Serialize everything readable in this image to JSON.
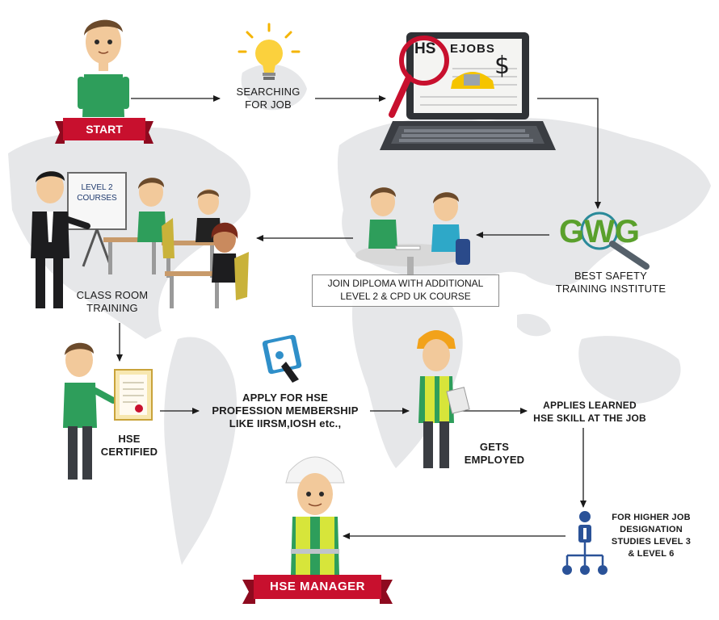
{
  "colors": {
    "accent_red": "#c8102e",
    "arrow": "#1a1a1a",
    "shirt_green": "#2e9e5b",
    "map_grey": "#e6e7e9",
    "gwg_green": "#5aa02c"
  },
  "steps": {
    "start": "START",
    "searching": [
      "SEARCHING",
      "FOR JOB"
    ],
    "board": [
      "LEVEL 2",
      "COURSES"
    ],
    "class_room": [
      "CLASS ROOM",
      "TRAINING"
    ],
    "join_diploma": [
      "JOIN DIPLOMA WITH ADDITIONAL",
      "LEVEL 2 & CPD UK COURSE"
    ],
    "best_safety": [
      "BEST SAFETY",
      "TRAINING INSTITUTE"
    ],
    "hse_certified": [
      "HSE",
      "CERTIFIED"
    ],
    "apply": [
      "APPLY FOR HSE",
      "PROFESSION MEMBERSHIP",
      "LIKE IIRSM,IOSH etc.,"
    ],
    "gets_employed": [
      "GETS",
      "EMPLOYED"
    ],
    "applies_learned": [
      "APPLIES LEARNED",
      "HSE SKILL AT THE JOB"
    ],
    "higher_job": [
      "FOR HIGHER JOB",
      "DESIGNATION",
      "STUDIES LEVEL 3",
      "& LEVEL 6"
    ],
    "hse_manager": "HSE MANAGER"
  },
  "screen": {
    "hs": "HS",
    "ejobs": "EJOBS",
    "dollar": "$"
  },
  "logo": {
    "text": "GWG"
  },
  "icons": [
    "lightbulb-icon",
    "laptop-icon",
    "magnifier-icon",
    "certificate-icon",
    "org-chart-icon",
    "document-icon"
  ]
}
